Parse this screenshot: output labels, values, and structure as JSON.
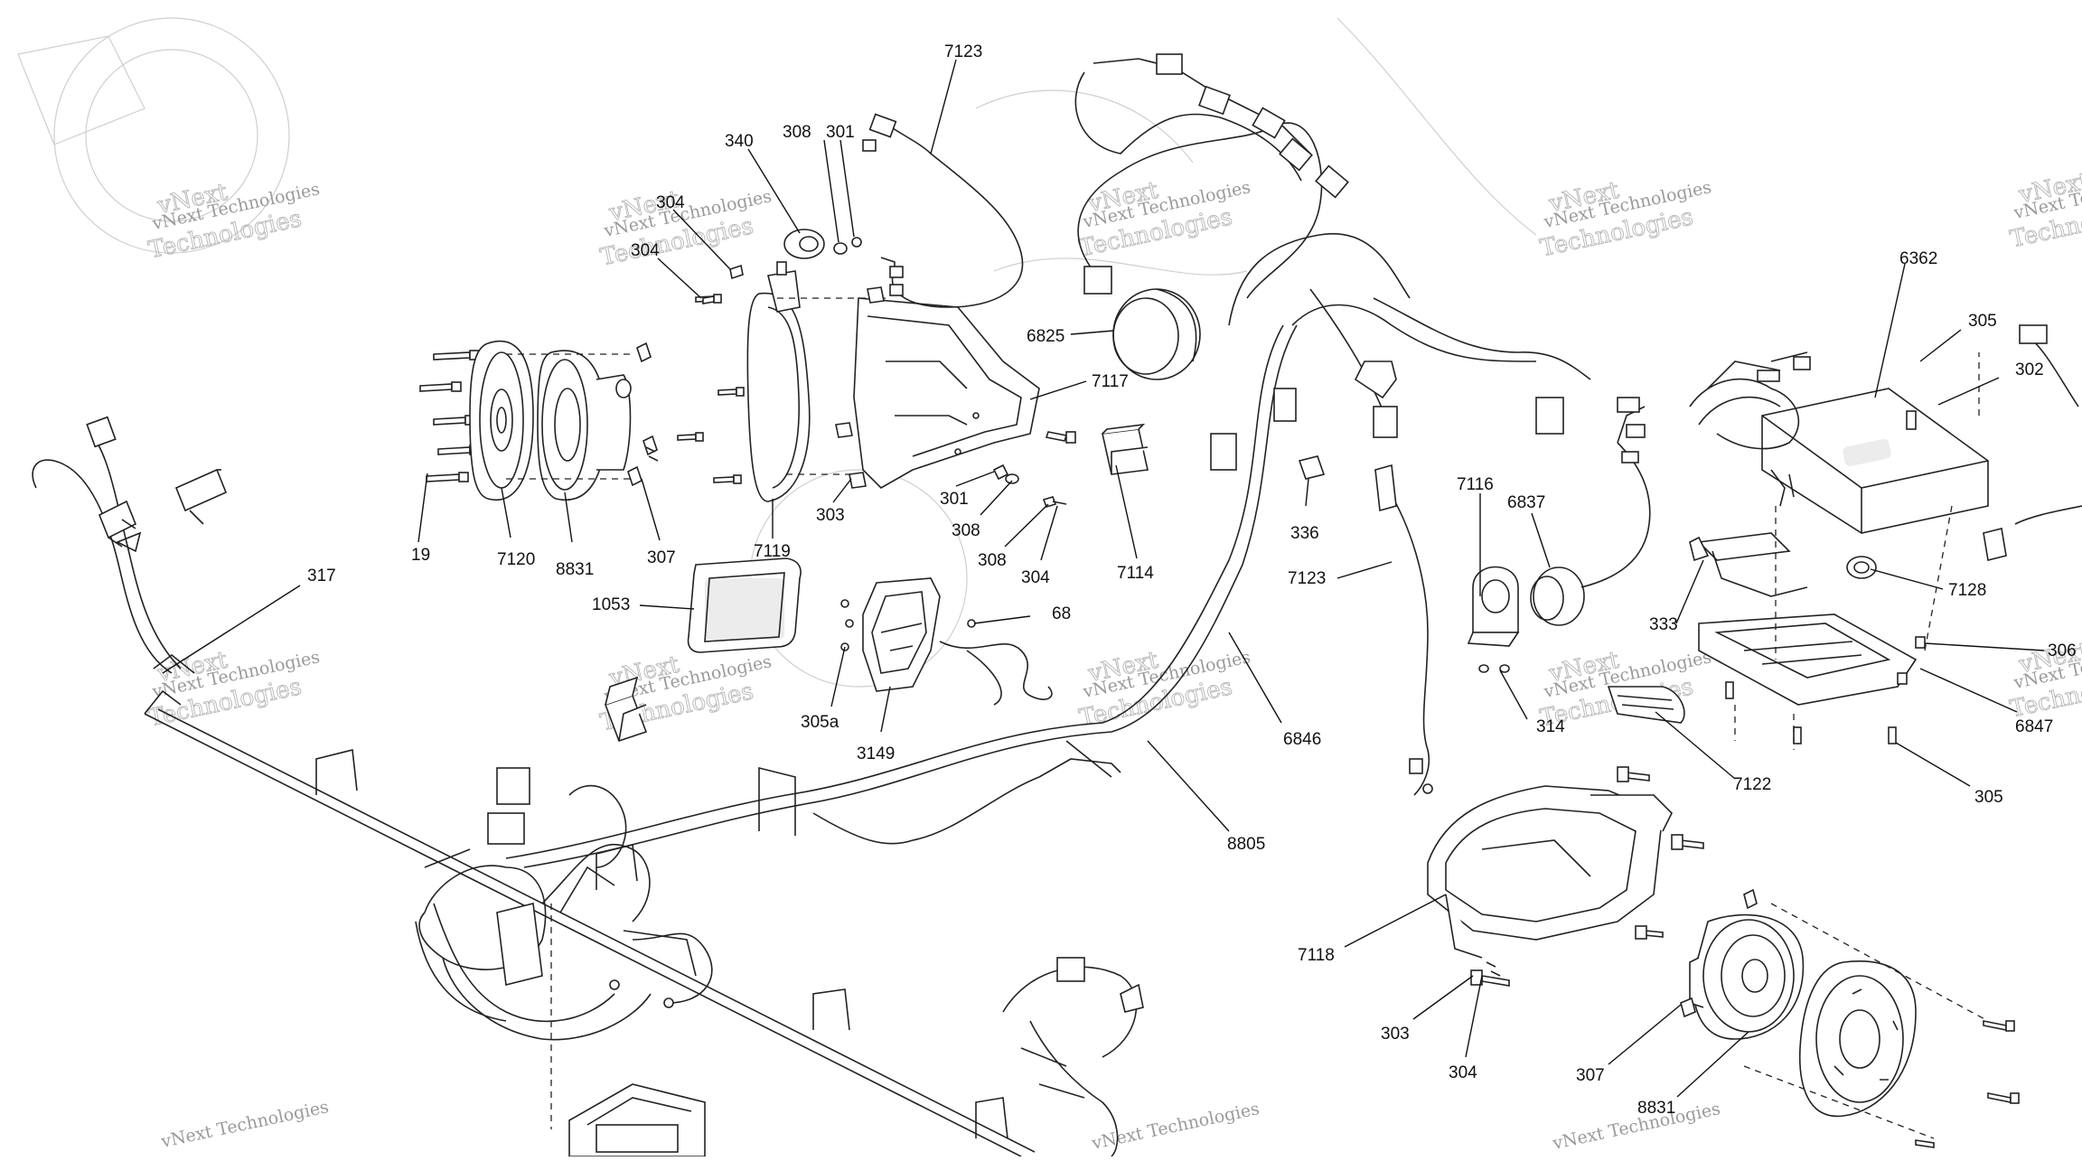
{
  "watermark": {
    "line1": "vNext Technologies",
    "line2": "Technologies",
    "hollow": "vNext"
  },
  "callouts": [
    {
      "id": "c-7123-top",
      "text": "7123"
    },
    {
      "id": "c-340",
      "text": "340"
    },
    {
      "id": "c-308-top",
      "text": "308"
    },
    {
      "id": "c-301-top",
      "text": "301"
    },
    {
      "id": "c-304-a",
      "text": "304"
    },
    {
      "id": "c-304-b",
      "text": "304"
    },
    {
      "id": "c-6825",
      "text": "6825"
    },
    {
      "id": "c-7117",
      "text": "7117"
    },
    {
      "id": "c-301-mid",
      "text": "301"
    },
    {
      "id": "c-308-mid",
      "text": "308"
    },
    {
      "id": "c-308-low",
      "text": "308"
    },
    {
      "id": "c-304-mid",
      "text": "304"
    },
    {
      "id": "c-7114",
      "text": "7114"
    },
    {
      "id": "c-19",
      "text": "19"
    },
    {
      "id": "c-7120",
      "text": "7120"
    },
    {
      "id": "c-8831-left",
      "text": "8831"
    },
    {
      "id": "c-307-left",
      "text": "307"
    },
    {
      "id": "c-7119",
      "text": "7119"
    },
    {
      "id": "c-303-left",
      "text": "303"
    },
    {
      "id": "c-317",
      "text": "317"
    },
    {
      "id": "c-1053",
      "text": "1053"
    },
    {
      "id": "c-68",
      "text": "68"
    },
    {
      "id": "c-305a",
      "text": "305a"
    },
    {
      "id": "c-3149",
      "text": "3149"
    },
    {
      "id": "c-336",
      "text": "336"
    },
    {
      "id": "c-7116",
      "text": "7116"
    },
    {
      "id": "c-6837",
      "text": "6837"
    },
    {
      "id": "c-7123-mid",
      "text": "7123"
    },
    {
      "id": "c-6846",
      "text": "6846"
    },
    {
      "id": "c-8805",
      "text": "8805"
    },
    {
      "id": "c-314",
      "text": "314"
    },
    {
      "id": "c-6362",
      "text": "6362"
    },
    {
      "id": "c-305-top",
      "text": "305"
    },
    {
      "id": "c-302",
      "text": "302"
    },
    {
      "id": "c-7128",
      "text": "7128"
    },
    {
      "id": "c-333",
      "text": "333"
    },
    {
      "id": "c-306",
      "text": "306"
    },
    {
      "id": "c-6847",
      "text": "6847"
    },
    {
      "id": "c-7122",
      "text": "7122"
    },
    {
      "id": "c-305-bot",
      "text": "305"
    },
    {
      "id": "c-7118",
      "text": "7118"
    },
    {
      "id": "c-303-right",
      "text": "303"
    },
    {
      "id": "c-304-right",
      "text": "304"
    },
    {
      "id": "c-307-right",
      "text": "307"
    },
    {
      "id": "c-8831-right",
      "text": "8831"
    }
  ]
}
